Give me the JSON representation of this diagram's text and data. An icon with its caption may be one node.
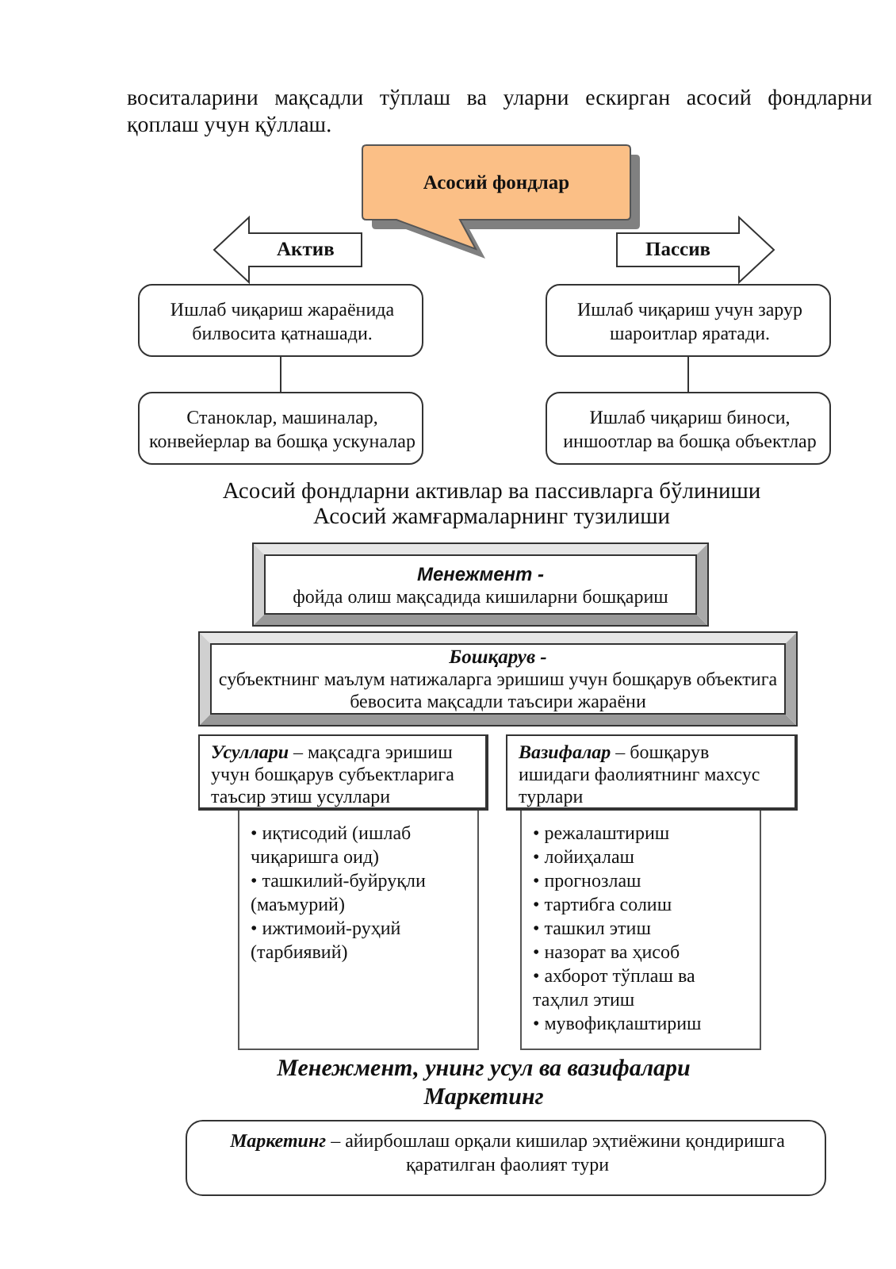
{
  "diagram": {
    "nodes": [
      {
        "text": [
          "Асосий фондлар"
        ]
      },
      {
        "text": [
          "Ишлаб чиқариш жараёнида билвосита қатнашади."
        ]
      },
      {
        "text": [
          "Ишлаб чиқариш учун зарур шароитлар яратади."
        ]
      },
      {
        "text": [
          "Станоклар, машиналар, конвейерлар ва бошқа ускуналар"
        ]
      },
      {
        "text": [
          "Ишлаб чиқариш биноси, иншоотлар ва бошқа объектлар"
        ]
      },
      {
        "text": [
          "Менежмент -",
          "фойда олиш мақсадида кишиларни бошқариш"
        ]
      },
      {
        "text": [
          "Бошқарув -",
          "субъектнинг маълум натижаларга эришиш учун бошқарув объектига бевосита мақсадли таъсири жараёни"
        ]
      },
      {
        "text": [
          "**Усуллари** – мақсадга эришиш учун бошқарув субъектларига таъсир этиш усуллари"
        ]
      },
      {
        "text": [
          "**Вазифалар** – бошқарув ишидаги фаолиятнинг махсус турлари"
        ]
      },
      {
        "text": [
          "• иқтисодий (ишлаб чиқаришга оид)",
          "• ташкилий-буйруқли (маъмурий)",
          "• ижтимоий-руҳий (тарбиявий)"
        ]
      },
      {
        "text": [
          "• режалаштириш",
          "• лойиҳалаш",
          "• прогнозлаш",
          "• тартибга солиш",
          "• ташкил этиш",
          "• назорат ва ҳисоб",
          "• ахборот тўплаш ва таҳлил этиш",
          "• мувофиқлаштириш"
        ]
      },
      {
        "text": [
          "**Маркетинг** – айирбошлаш орқали кишилар эҳтиёжини қондиришга қаратилган фаолият тури"
        ]
      }
    ],
    "edges": [
      {
        "from": 0,
        "to": 1,
        "arrow": "to",
        "label": "Актив"
      },
      {
        "from": 0,
        "to": 2,
        "arrow": "to",
        "label": "Пассив"
      },
      {
        "from": 1,
        "to": 3,
        "arrow": "none"
      },
      {
        "from": 2,
        "to": 4,
        "arrow": "none"
      }
    ],
    "labels": [
      "воситаларини мақсадли тўплаш ва уларни ескирган асосий фондларни қоплаш учун қўллаш.",
      "Асосий фондларни активлар ва пассивларга бўлиниши",
      "Асосий жамғармаларнинг тузилиши",
      "Менежмент, унинг усул ва вазифалари",
      "Маркетинг"
    ]
  }
}
